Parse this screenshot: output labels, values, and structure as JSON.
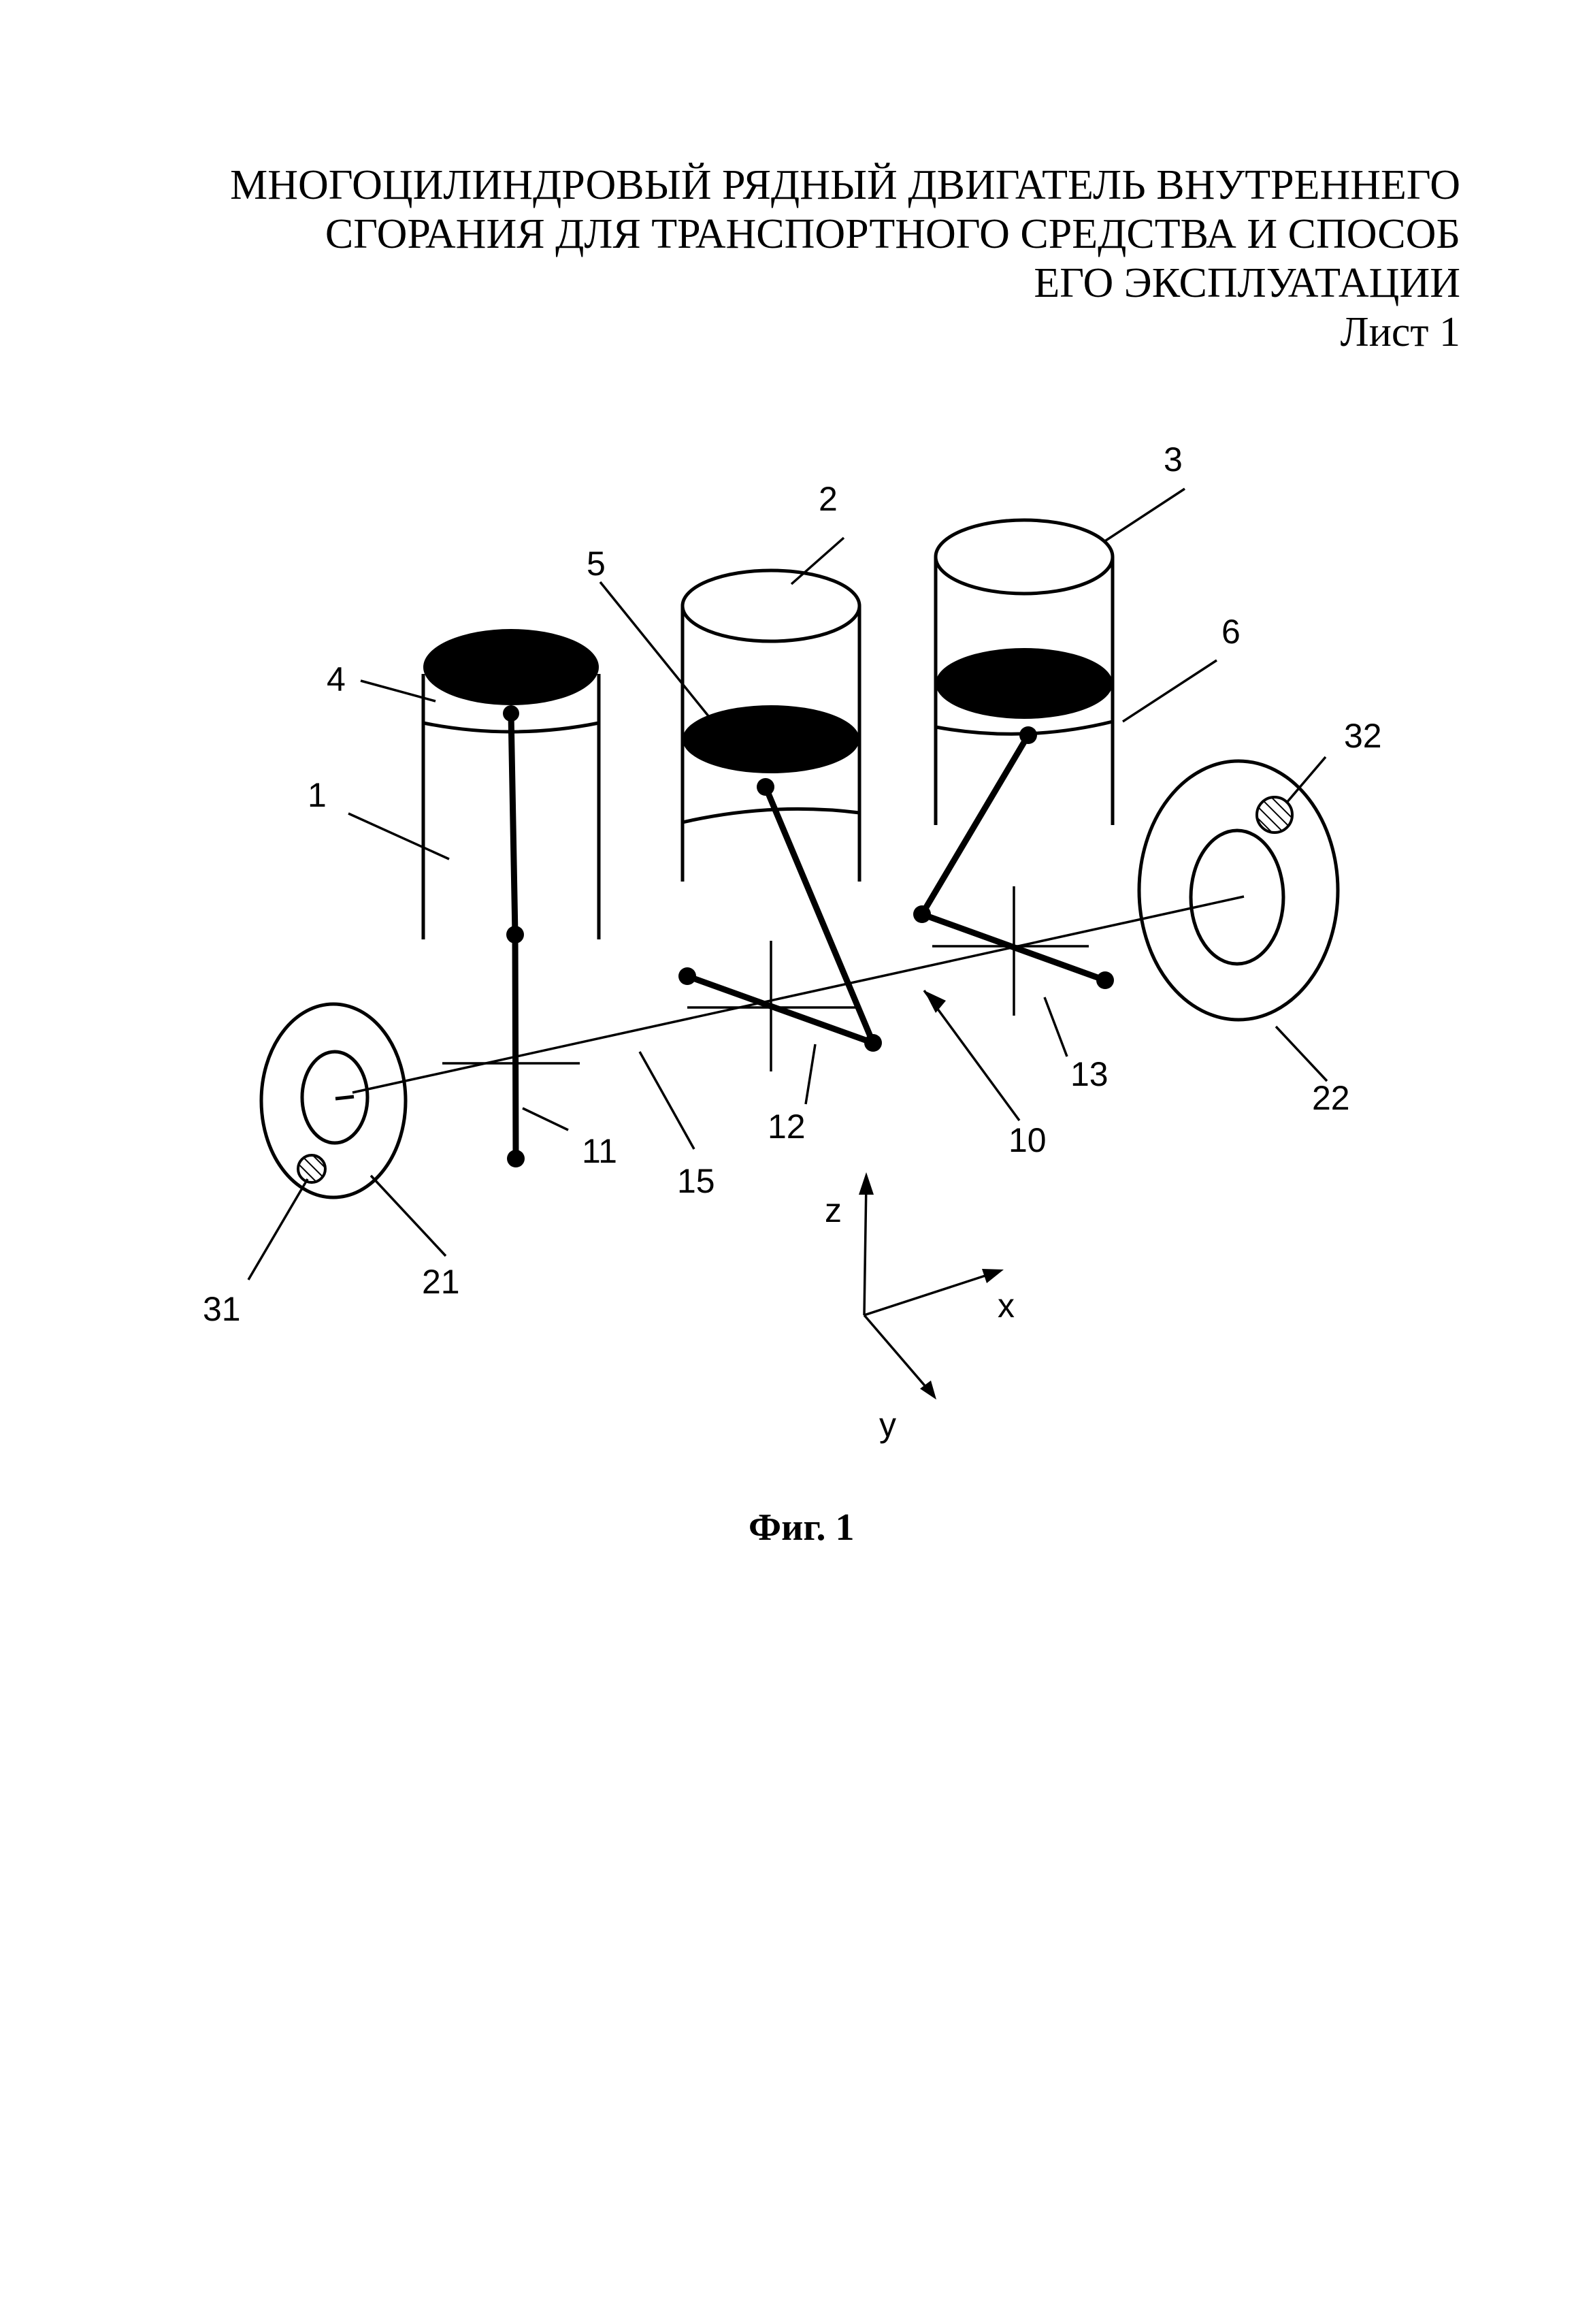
{
  "header": {
    "title_lines": [
      "МНОГОЦИЛИНДРОВЫЙ РЯДНЫЙ ДВИГАТЕЛЬ ВНУТРЕННЕГО",
      "СГОРАНИЯ ДЛЯ ТРАНСПОРТНОГО СРЕДСТВА И СПОСОБ",
      "ЕГО ЭКСПЛУАТАЦИИ"
    ],
    "sheet": "Лист 1"
  },
  "labels": {
    "l1": "1",
    "l2": "2",
    "l3": "3",
    "l4": "4",
    "l5": "5",
    "l6": "6",
    "l10": "10",
    "l11": "11",
    "l12": "12",
    "l13": "13",
    "l15": "15",
    "l21": "21",
    "l22": "22",
    "l31": "31",
    "l32": "32"
  },
  "axes": {
    "z": "z",
    "x": "x",
    "y": "y"
  },
  "caption": "Фиг. 1"
}
